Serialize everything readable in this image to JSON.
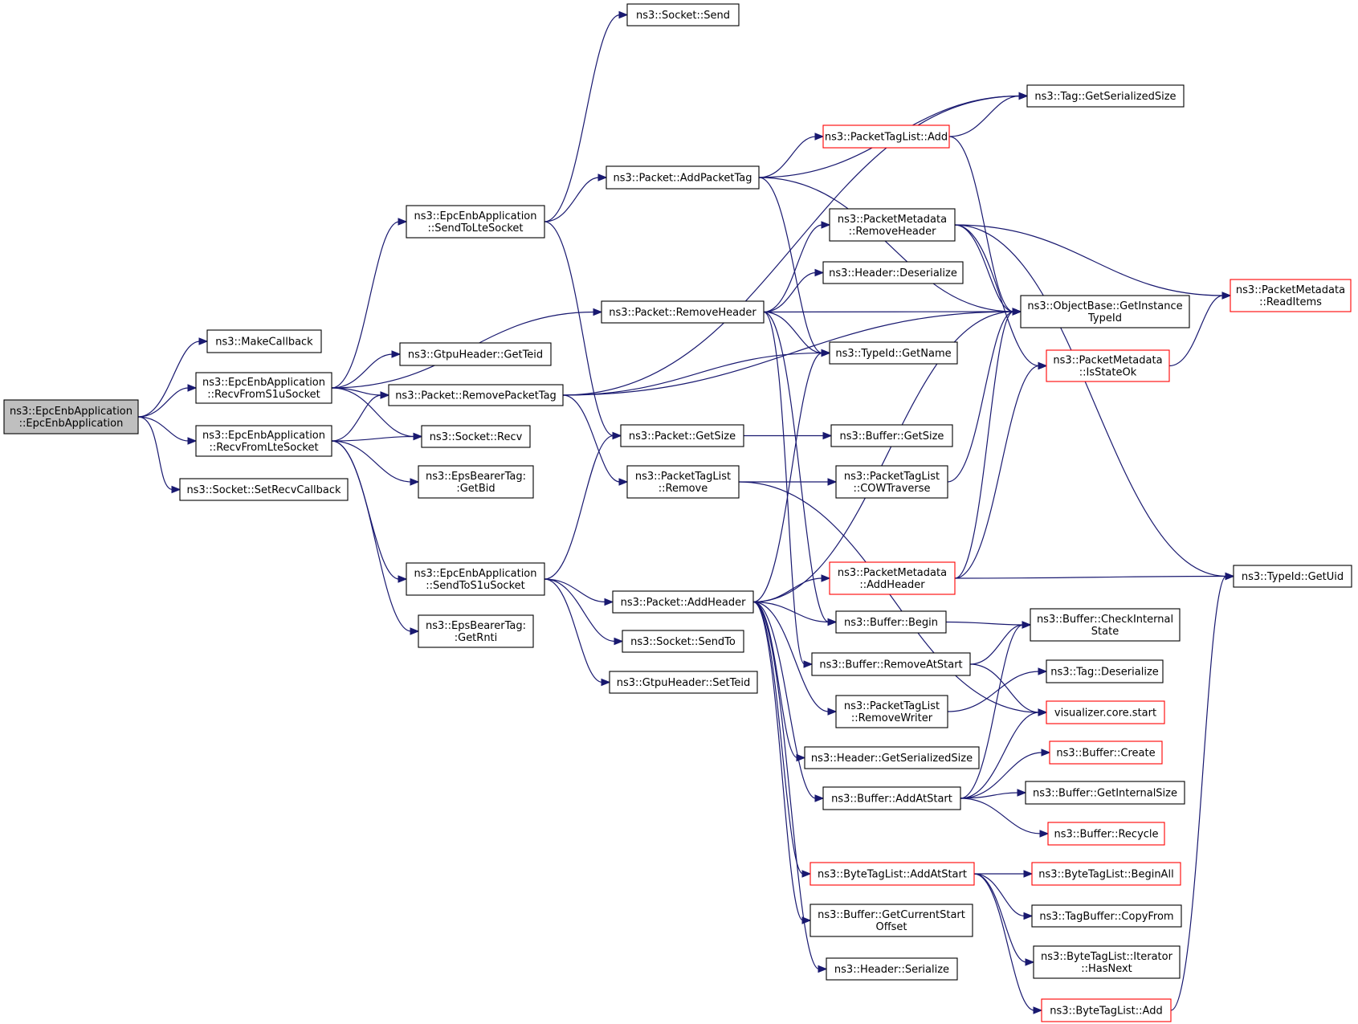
{
  "graph": {
    "nodes": [
      {
        "id": "root",
        "lines": [
          "ns3::EpcEnbApplication",
          "::EpcEnbApplication"
        ],
        "style": "root"
      },
      {
        "id": "makecb",
        "lines": [
          "ns3::MakeCallback"
        ]
      },
      {
        "id": "recvs1u",
        "lines": [
          "ns3::EpcEnbApplication",
          "::RecvFromS1uSocket"
        ]
      },
      {
        "id": "recvlte",
        "lines": [
          "ns3::EpcEnbApplication",
          "::RecvFromLteSocket"
        ]
      },
      {
        "id": "setrecv",
        "lines": [
          "ns3::Socket::SetRecvCallback"
        ]
      },
      {
        "id": "sendlte",
        "lines": [
          "ns3::EpcEnbApplication",
          "::SendToLteSocket"
        ]
      },
      {
        "id": "getteid",
        "lines": [
          "ns3::GtpuHeader::GetTeid"
        ]
      },
      {
        "id": "rmptag",
        "lines": [
          "ns3::Packet::RemovePacketTag"
        ]
      },
      {
        "id": "sockrecv",
        "lines": [
          "ns3::Socket::Recv"
        ]
      },
      {
        "id": "getbid",
        "lines": [
          "ns3::EpsBearerTag:",
          ":GetBid"
        ]
      },
      {
        "id": "sends1u",
        "lines": [
          "ns3::EpcEnbApplication",
          "::SendToS1uSocket"
        ]
      },
      {
        "id": "getrnti",
        "lines": [
          "ns3::EpsBearerTag:",
          ":GetRnti"
        ]
      },
      {
        "id": "socksend",
        "lines": [
          "ns3::Socket::Send"
        ]
      },
      {
        "id": "addptag",
        "lines": [
          "ns3::Packet::AddPacketTag"
        ]
      },
      {
        "id": "rmhdr",
        "lines": [
          "ns3::Packet::RemoveHeader"
        ]
      },
      {
        "id": "pgetsize",
        "lines": [
          "ns3::Packet::GetSize"
        ]
      },
      {
        "id": "ptlremove",
        "lines": [
          "ns3::PacketTagList",
          "::Remove"
        ]
      },
      {
        "id": "addhdr",
        "lines": [
          "ns3::Packet::AddHeader"
        ]
      },
      {
        "id": "sendto",
        "lines": [
          "ns3::Socket::SendTo"
        ]
      },
      {
        "id": "setteid",
        "lines": [
          "ns3::GtpuHeader::SetTeid"
        ]
      },
      {
        "id": "ptladd",
        "lines": [
          "ns3::PacketTagList::Add"
        ],
        "style": "red"
      },
      {
        "id": "pmrmhdr",
        "lines": [
          "ns3::PacketMetadata",
          "::RemoveHeader"
        ]
      },
      {
        "id": "hdrdeser",
        "lines": [
          "ns3::Header::Deserialize"
        ]
      },
      {
        "id": "tidgetname",
        "lines": [
          "ns3::TypeId::GetName"
        ]
      },
      {
        "id": "bufgetsize",
        "lines": [
          "ns3::Buffer::GetSize"
        ]
      },
      {
        "id": "ptlcow",
        "lines": [
          "ns3::PacketTagList",
          "::COWTraverse"
        ]
      },
      {
        "id": "pmaddhdr",
        "lines": [
          "ns3::PacketMetadata",
          "::AddHeader"
        ],
        "style": "red"
      },
      {
        "id": "bufbegin",
        "lines": [
          "ns3::Buffer::Begin"
        ]
      },
      {
        "id": "bufrmstart",
        "lines": [
          "ns3::Buffer::RemoveAtStart"
        ]
      },
      {
        "id": "ptlrmwriter",
        "lines": [
          "ns3::PacketTagList",
          "::RemoveWriter"
        ]
      },
      {
        "id": "hdrgetser",
        "lines": [
          "ns3::Header::GetSerializedSize"
        ]
      },
      {
        "id": "bufaddstart",
        "lines": [
          "ns3::Buffer::AddAtStart"
        ]
      },
      {
        "id": "btladdstart",
        "lines": [
          "ns3::ByteTagList::AddAtStart"
        ],
        "style": "red"
      },
      {
        "id": "bufcurstart",
        "lines": [
          "ns3::Buffer::GetCurrentStart",
          "Offset"
        ]
      },
      {
        "id": "hdrser",
        "lines": [
          "ns3::Header::Serialize"
        ]
      },
      {
        "id": "taggetser",
        "lines": [
          "ns3::Tag::GetSerializedSize"
        ]
      },
      {
        "id": "objtypeid",
        "lines": [
          "ns3::ObjectBase::GetInstance",
          "TypeId"
        ]
      },
      {
        "id": "pmstateok",
        "lines": [
          "ns3::PacketMetadata",
          "::IsStateOk"
        ],
        "style": "red"
      },
      {
        "id": "bufcheck",
        "lines": [
          "ns3::Buffer::CheckInternal",
          "State"
        ]
      },
      {
        "id": "tagdeser",
        "lines": [
          "ns3::Tag::Deserialize"
        ]
      },
      {
        "id": "vizstart",
        "lines": [
          "visualizer.core.start"
        ],
        "style": "red"
      },
      {
        "id": "bufcreate",
        "lines": [
          "ns3::Buffer::Create"
        ],
        "style": "red"
      },
      {
        "id": "bufintsize",
        "lines": [
          "ns3::Buffer::GetInternalSize"
        ]
      },
      {
        "id": "bufrecycle",
        "lines": [
          "ns3::Buffer::Recycle"
        ],
        "style": "red"
      },
      {
        "id": "btlbeginall",
        "lines": [
          "ns3::ByteTagList::BeginAll"
        ],
        "style": "red"
      },
      {
        "id": "tbcopy",
        "lines": [
          "ns3::TagBuffer::CopyFrom"
        ]
      },
      {
        "id": "btlhasnext",
        "lines": [
          "ns3::ByteTagList::Iterator",
          "::HasNext"
        ]
      },
      {
        "id": "btladd",
        "lines": [
          "ns3::ByteTagList::Add"
        ],
        "style": "red"
      },
      {
        "id": "pmreaditems",
        "lines": [
          "ns3::PacketMetadata",
          "::ReadItems"
        ],
        "style": "red"
      },
      {
        "id": "tidgetuid",
        "lines": [
          "ns3::TypeId::GetUid"
        ]
      }
    ],
    "edges": [
      [
        "root",
        "makecb"
      ],
      [
        "root",
        "recvs1u"
      ],
      [
        "root",
        "recvlte"
      ],
      [
        "root",
        "setrecv"
      ],
      [
        "recvs1u",
        "sendlte"
      ],
      [
        "recvs1u",
        "rmhdr"
      ],
      [
        "recvs1u",
        "getteid"
      ],
      [
        "recvs1u",
        "rmptag"
      ],
      [
        "recvs1u",
        "sockrecv"
      ],
      [
        "recvlte",
        "rmptag"
      ],
      [
        "recvlte",
        "sockrecv"
      ],
      [
        "recvlte",
        "getbid"
      ],
      [
        "recvlte",
        "sends1u"
      ],
      [
        "recvlte",
        "getrnti"
      ],
      [
        "sendlte",
        "socksend"
      ],
      [
        "sendlte",
        "addptag"
      ],
      [
        "sendlte",
        "pgetsize"
      ],
      [
        "rmptag",
        "taggetser"
      ],
      [
        "rmptag",
        "tidgetname"
      ],
      [
        "rmptag",
        "objtypeid"
      ],
      [
        "rmptag",
        "ptlremove"
      ],
      [
        "sends1u",
        "pgetsize"
      ],
      [
        "sends1u",
        "addhdr"
      ],
      [
        "sends1u",
        "sendto"
      ],
      [
        "sends1u",
        "setteid"
      ],
      [
        "addptag",
        "taggetser"
      ],
      [
        "addptag",
        "ptladd"
      ],
      [
        "addptag",
        "objtypeid"
      ],
      [
        "addptag",
        "tidgetname"
      ],
      [
        "rmhdr",
        "pmrmhdr"
      ],
      [
        "rmhdr",
        "hdrdeser"
      ],
      [
        "rmhdr",
        "objtypeid"
      ],
      [
        "rmhdr",
        "tidgetname"
      ],
      [
        "rmhdr",
        "bufbegin"
      ],
      [
        "rmhdr",
        "bufrmstart"
      ],
      [
        "pgetsize",
        "bufgetsize"
      ],
      [
        "ptlremove",
        "ptlcow"
      ],
      [
        "ptlremove",
        "vizstart"
      ],
      [
        "addhdr",
        "tidgetname"
      ],
      [
        "addhdr",
        "objtypeid"
      ],
      [
        "addhdr",
        "pmaddhdr"
      ],
      [
        "addhdr",
        "bufbegin"
      ],
      [
        "addhdr",
        "ptlrmwriter"
      ],
      [
        "addhdr",
        "hdrgetser"
      ],
      [
        "addhdr",
        "bufaddstart"
      ],
      [
        "addhdr",
        "btladdstart"
      ],
      [
        "addhdr",
        "bufcurstart"
      ],
      [
        "addhdr",
        "hdrser"
      ],
      [
        "ptladd",
        "taggetser"
      ],
      [
        "ptladd",
        "objtypeid"
      ],
      [
        "pmrmhdr",
        "pmreaditems"
      ],
      [
        "pmrmhdr",
        "objtypeid"
      ],
      [
        "pmrmhdr",
        "pmstateok"
      ],
      [
        "pmrmhdr",
        "tidgetuid"
      ],
      [
        "ptlcow",
        "objtypeid"
      ],
      [
        "pmaddhdr",
        "objtypeid"
      ],
      [
        "pmaddhdr",
        "pmstateok"
      ],
      [
        "pmaddhdr",
        "tidgetuid"
      ],
      [
        "bufbegin",
        "bufcheck"
      ],
      [
        "bufrmstart",
        "bufcheck"
      ],
      [
        "bufrmstart",
        "vizstart"
      ],
      [
        "ptlrmwriter",
        "tagdeser"
      ],
      [
        "bufaddstart",
        "bufcheck"
      ],
      [
        "bufaddstart",
        "vizstart"
      ],
      [
        "bufaddstart",
        "bufcreate"
      ],
      [
        "bufaddstart",
        "bufintsize"
      ],
      [
        "bufaddstart",
        "bufrecycle"
      ],
      [
        "btladdstart",
        "btlbeginall"
      ],
      [
        "btladdstart",
        "tbcopy"
      ],
      [
        "btladdstart",
        "btlhasnext"
      ],
      [
        "btladdstart",
        "btladd"
      ],
      [
        "pmstateok",
        "pmreaditems"
      ],
      [
        "btladd",
        "tidgetuid"
      ]
    ]
  }
}
